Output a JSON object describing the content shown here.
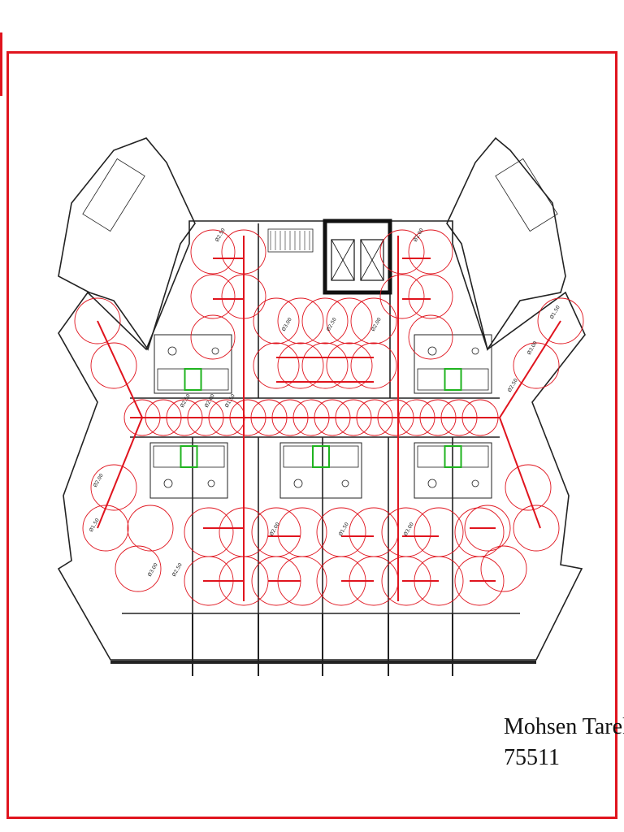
{
  "drawing": {
    "type": "sprinkler-coverage floor plan",
    "colors": {
      "frame": "#e0141e",
      "coverage": "#e0141e",
      "walls": "#222222",
      "elevator_door": "#1fb31f"
    },
    "spacing_labels": [
      "2.50",
      "2.00",
      "1.50",
      "3.00"
    ],
    "icons": [
      "stair-icon",
      "elevator-icon",
      "toilet-icon",
      "washbasin-icon"
    ]
  },
  "credit": {
    "name": "Mohsen Tarek",
    "id": "75511"
  }
}
